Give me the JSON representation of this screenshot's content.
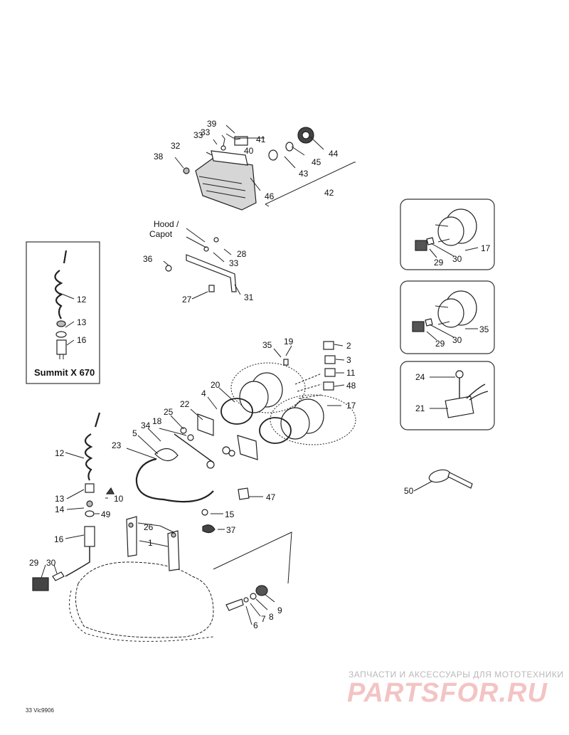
{
  "labels": {
    "n1": "1",
    "n2": "2",
    "n3": "3",
    "n4": "4",
    "n5": "5",
    "n6": "6",
    "n7": "7",
    "n8": "8",
    "n9": "9",
    "n10": "10",
    "n11": "11",
    "n12a": "12",
    "n12b": "12",
    "n13a": "13",
    "n13b": "13",
    "n14": "14",
    "n15": "15",
    "n16a": "16",
    "n16b": "16",
    "n17a": "17",
    "n17b": "17",
    "n18": "18",
    "n19": "19",
    "n20": "20",
    "n21": "21",
    "n22": "22",
    "n23": "23",
    "n24": "24",
    "n25": "25",
    "n26": "26",
    "n27": "27",
    "n28": "28",
    "n29a": "29",
    "n29b": "29",
    "n29c": "29",
    "n30a": "30",
    "n30b": "30",
    "n30c": "30",
    "n31": "31",
    "n32": "32",
    "n33a": "33",
    "n33b": "33",
    "n33c": "33",
    "n34": "34",
    "n35a": "35",
    "n35b": "35",
    "n36": "36",
    "n37": "37",
    "n38": "38",
    "n39": "39",
    "n40": "40",
    "n41": "41",
    "n42": "42",
    "n43": "43",
    "n44": "44",
    "n45": "45",
    "n46": "46",
    "n47": "47",
    "n48": "48",
    "n49": "49",
    "n50": "50"
  },
  "hood_label_1": "Hood /",
  "hood_label_2": "Capot",
  "inset_title": "Summit X 670",
  "watermark_line1": "ЗАПЧАСТИ И АКСЕССУАРЫ ДЛЯ МОТОТЕХНИКИ",
  "watermark_brand": "PARTSFOR.RU",
  "drawing_code": "33 Vic9906"
}
